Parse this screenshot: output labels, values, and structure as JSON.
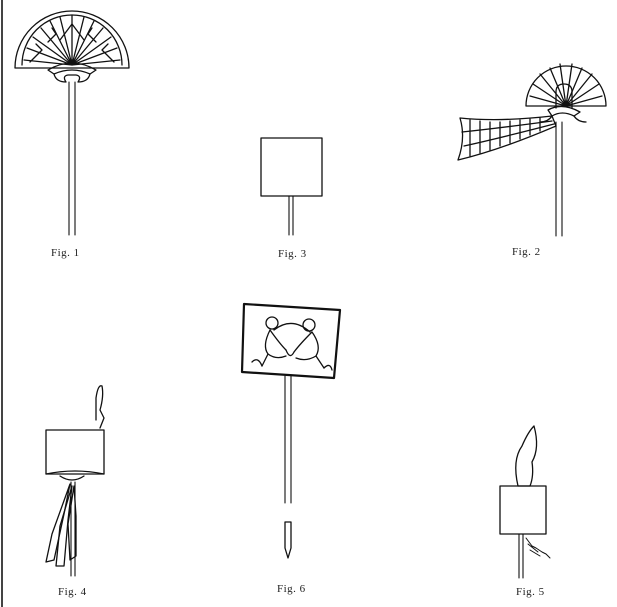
{
  "figures": {
    "fig1": {
      "caption": "Fig. 1"
    },
    "fig2": {
      "caption": "Fig. 2"
    },
    "fig3": {
      "caption": "Fig. 3"
    },
    "fig4": {
      "caption": "Fig. 4"
    },
    "fig5": {
      "caption": "Fig. 5"
    },
    "fig6": {
      "caption": "Fig. 6"
    }
  }
}
